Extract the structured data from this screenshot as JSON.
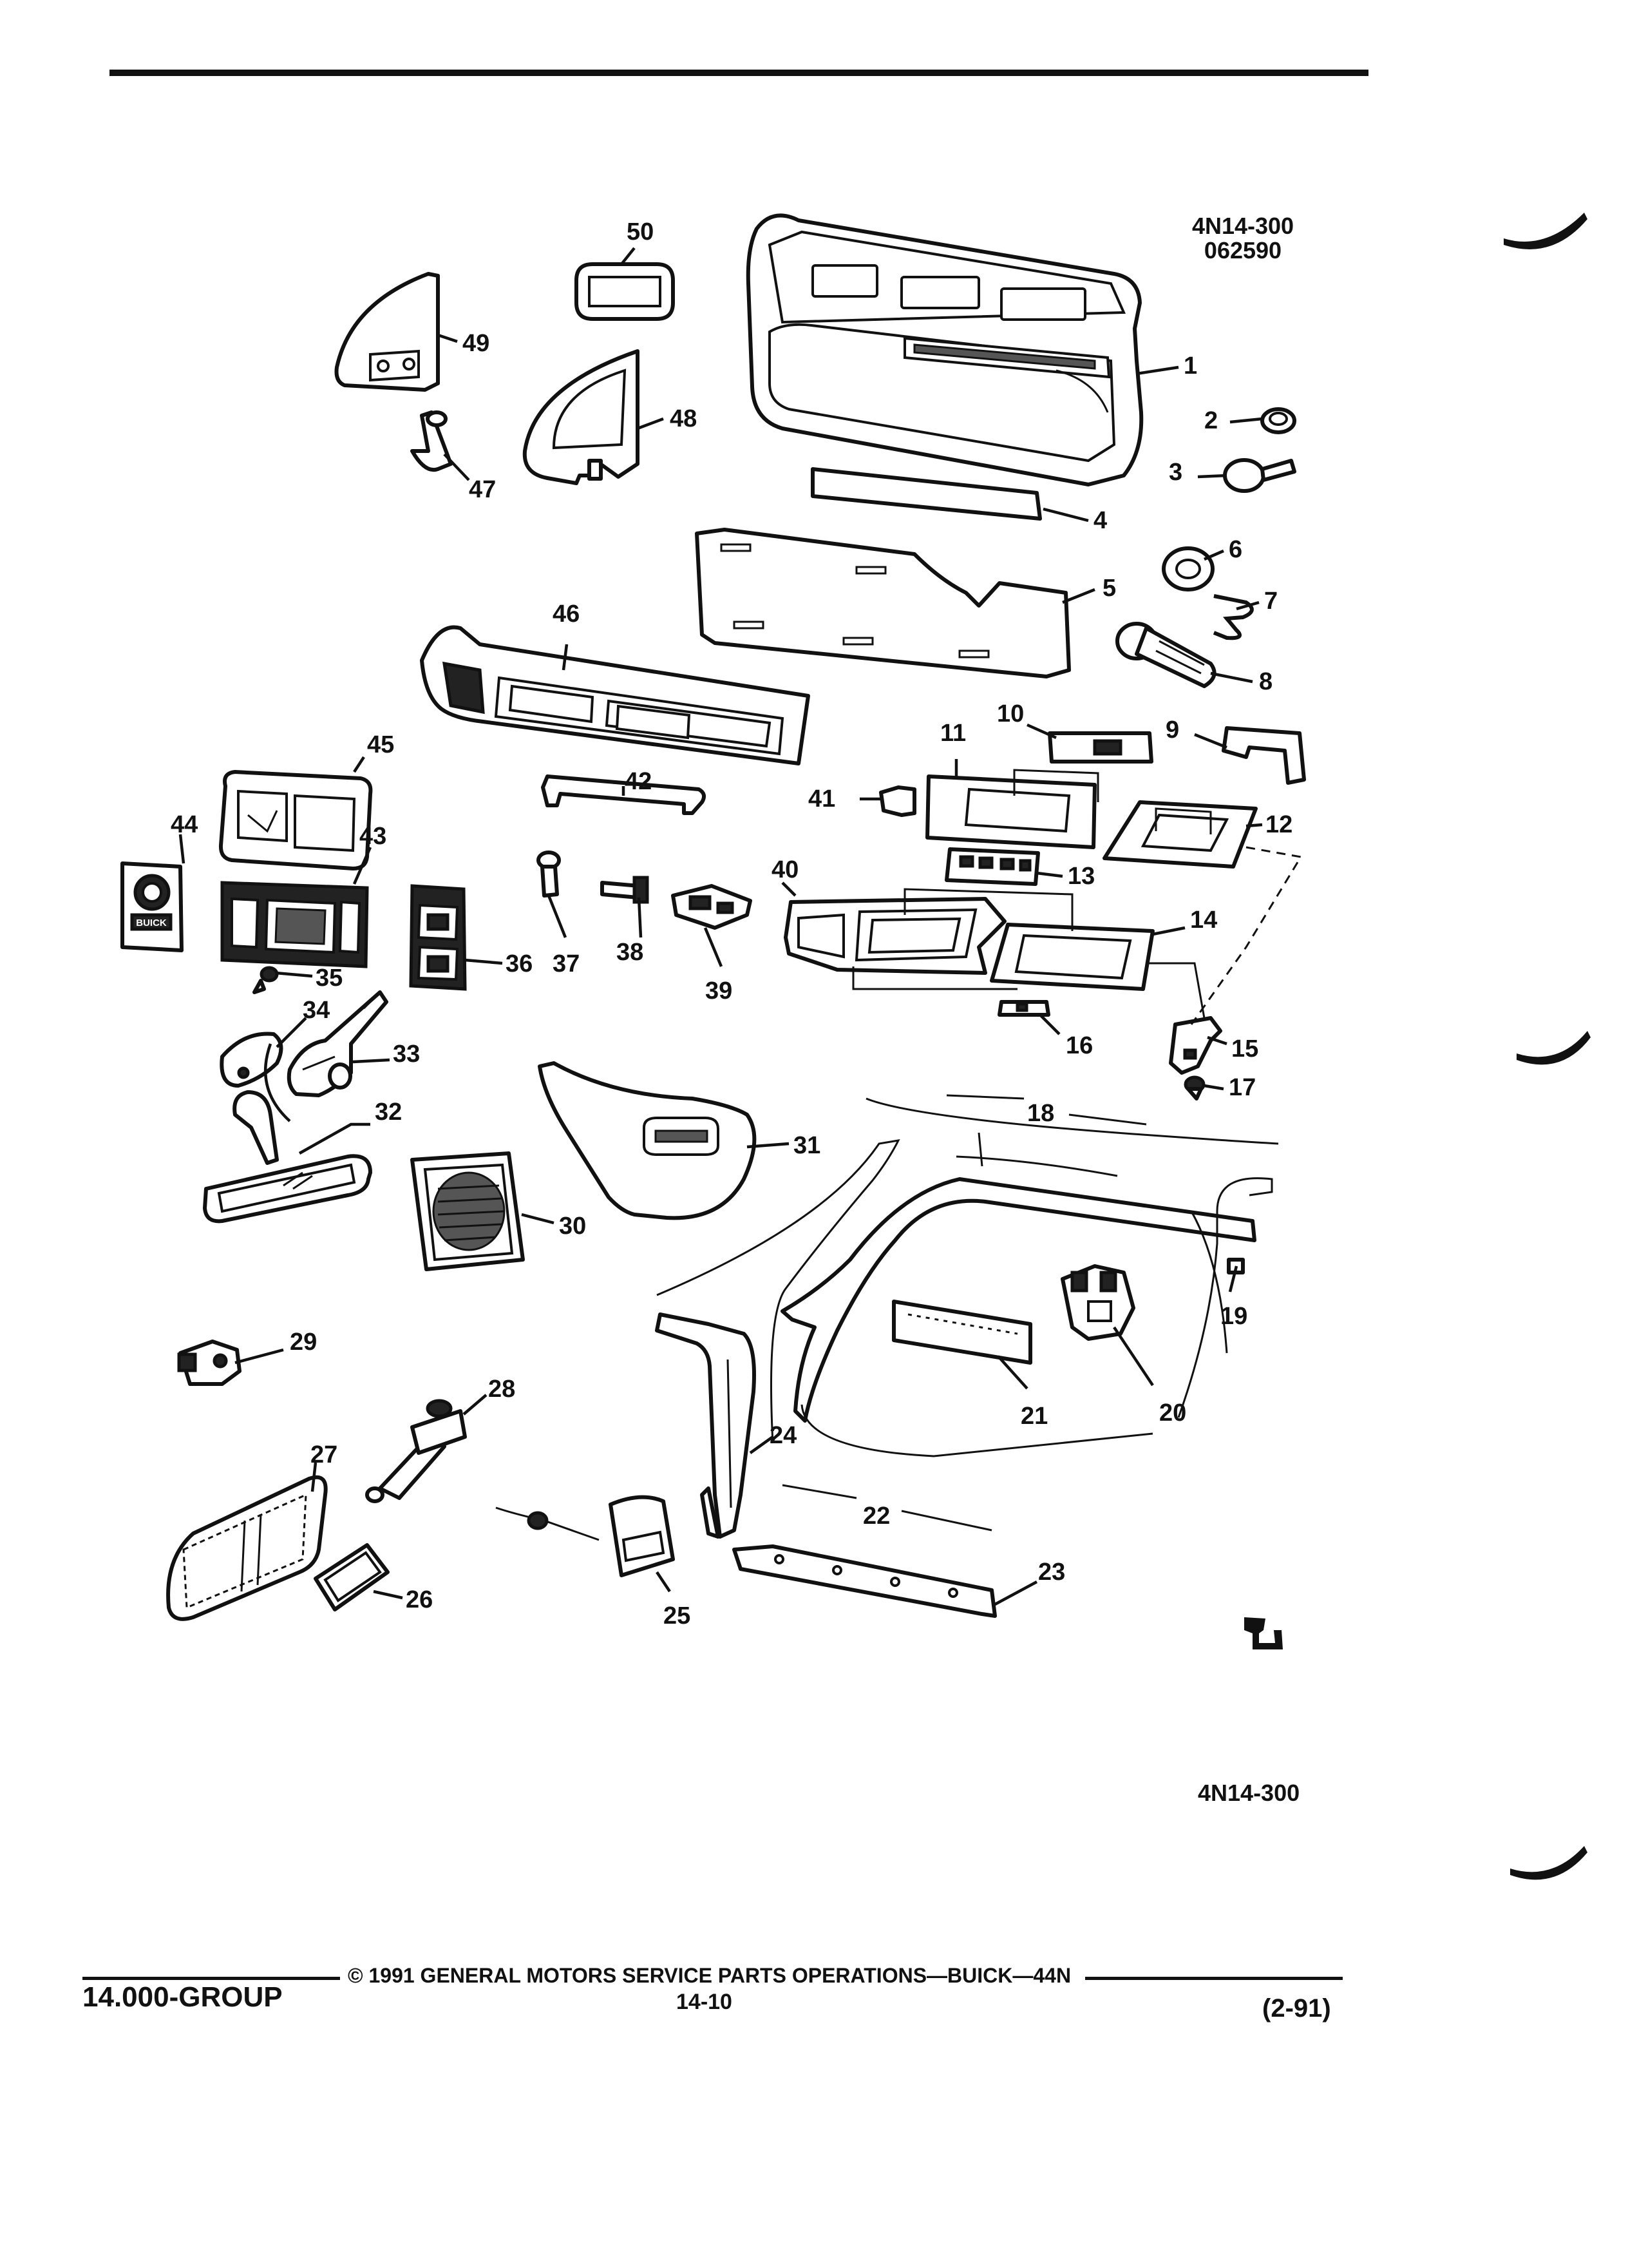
{
  "header": {
    "figure_code": "4N14-300",
    "figure_date": "062590"
  },
  "figure_code_bottom": "4N14-300",
  "callouts": [
    "1",
    "2",
    "3",
    "4",
    "5",
    "6",
    "7",
    "8",
    "9",
    "10",
    "11",
    "12",
    "13",
    "14",
    "15",
    "16",
    "17",
    "18",
    "19",
    "20",
    "21",
    "22",
    "23",
    "24",
    "25",
    "26",
    "27",
    "28",
    "29",
    "30",
    "31",
    "32",
    "33",
    "34",
    "35",
    "36",
    "37",
    "38",
    "39",
    "40",
    "41",
    "42",
    "43",
    "44",
    "45",
    "46",
    "47",
    "48",
    "49",
    "50"
  ],
  "emblem_text": "BUICK",
  "footer": {
    "group": "14.000-GROUP",
    "copyright": "© 1991 GENERAL MOTORS SERVICE PARTS OPERATIONS—BUICK—44N",
    "page": "14-10",
    "revision": "(2-91)"
  },
  "colors": {
    "ink": "#111111",
    "paper": "#ffffff"
  }
}
